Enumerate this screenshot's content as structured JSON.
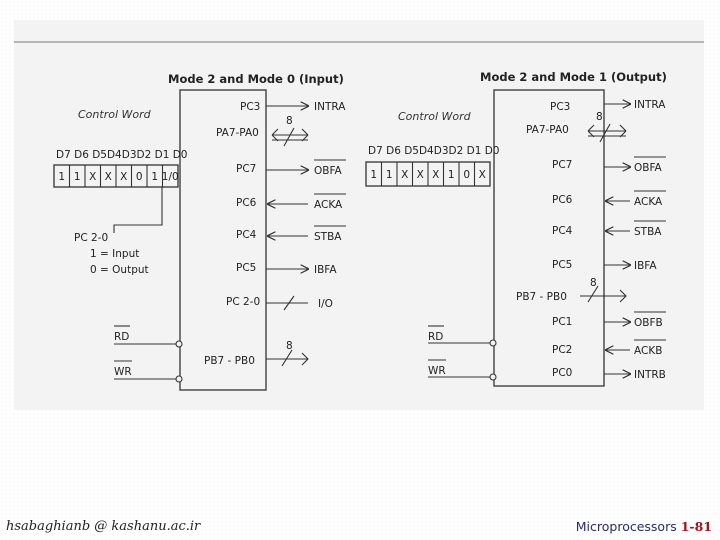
{
  "left": {
    "title": "Mode 2 and Mode 0 (Input)",
    "control_word_title": "Control Word",
    "bit_header": "D7 D6 D5D4D3D2 D1 D0",
    "bits": [
      "1",
      "1",
      "X",
      "X",
      "X",
      "0",
      "1",
      "1/0"
    ],
    "pc_note": [
      "PC 2-0",
      "1 = Input",
      "0 = Output"
    ],
    "rd": "RD",
    "wr": "WR",
    "pins": [
      "PC3",
      "PA7-PA0",
      "PC7",
      "PC6",
      "PC4",
      "PC5",
      "PC 2-0",
      "PB7 - PB0"
    ],
    "signals": [
      "INTRA",
      "OBFA",
      "ACKA",
      "STBA",
      "IBFA",
      "I/O"
    ],
    "bus_width": "8"
  },
  "right": {
    "title": "Mode 2 and Mode 1 (Output)",
    "control_word_title": "Control Word",
    "bit_header": "D7 D6 D5D4D3D2 D1 D0",
    "bits": [
      "1",
      "1",
      "X",
      "X",
      "X",
      "1",
      "0",
      "X"
    ],
    "rd": "RD",
    "wr": "WR",
    "pins": [
      "PC3",
      "PA7-PA0",
      "PC7",
      "PC6",
      "PC4",
      "PC5",
      "PB7 - PB0",
      "PC1",
      "PC2",
      "PC0"
    ],
    "signals": [
      "INTRA",
      "OBFA",
      "ACKA",
      "STBA",
      "IBFA",
      "OBFB",
      "ACKB",
      "INTRB"
    ],
    "bus_width": "8"
  },
  "footer": {
    "email": "hsabaghianb @ kashanu.ac.ir",
    "course": "Microprocessors",
    "page": "1-81"
  }
}
